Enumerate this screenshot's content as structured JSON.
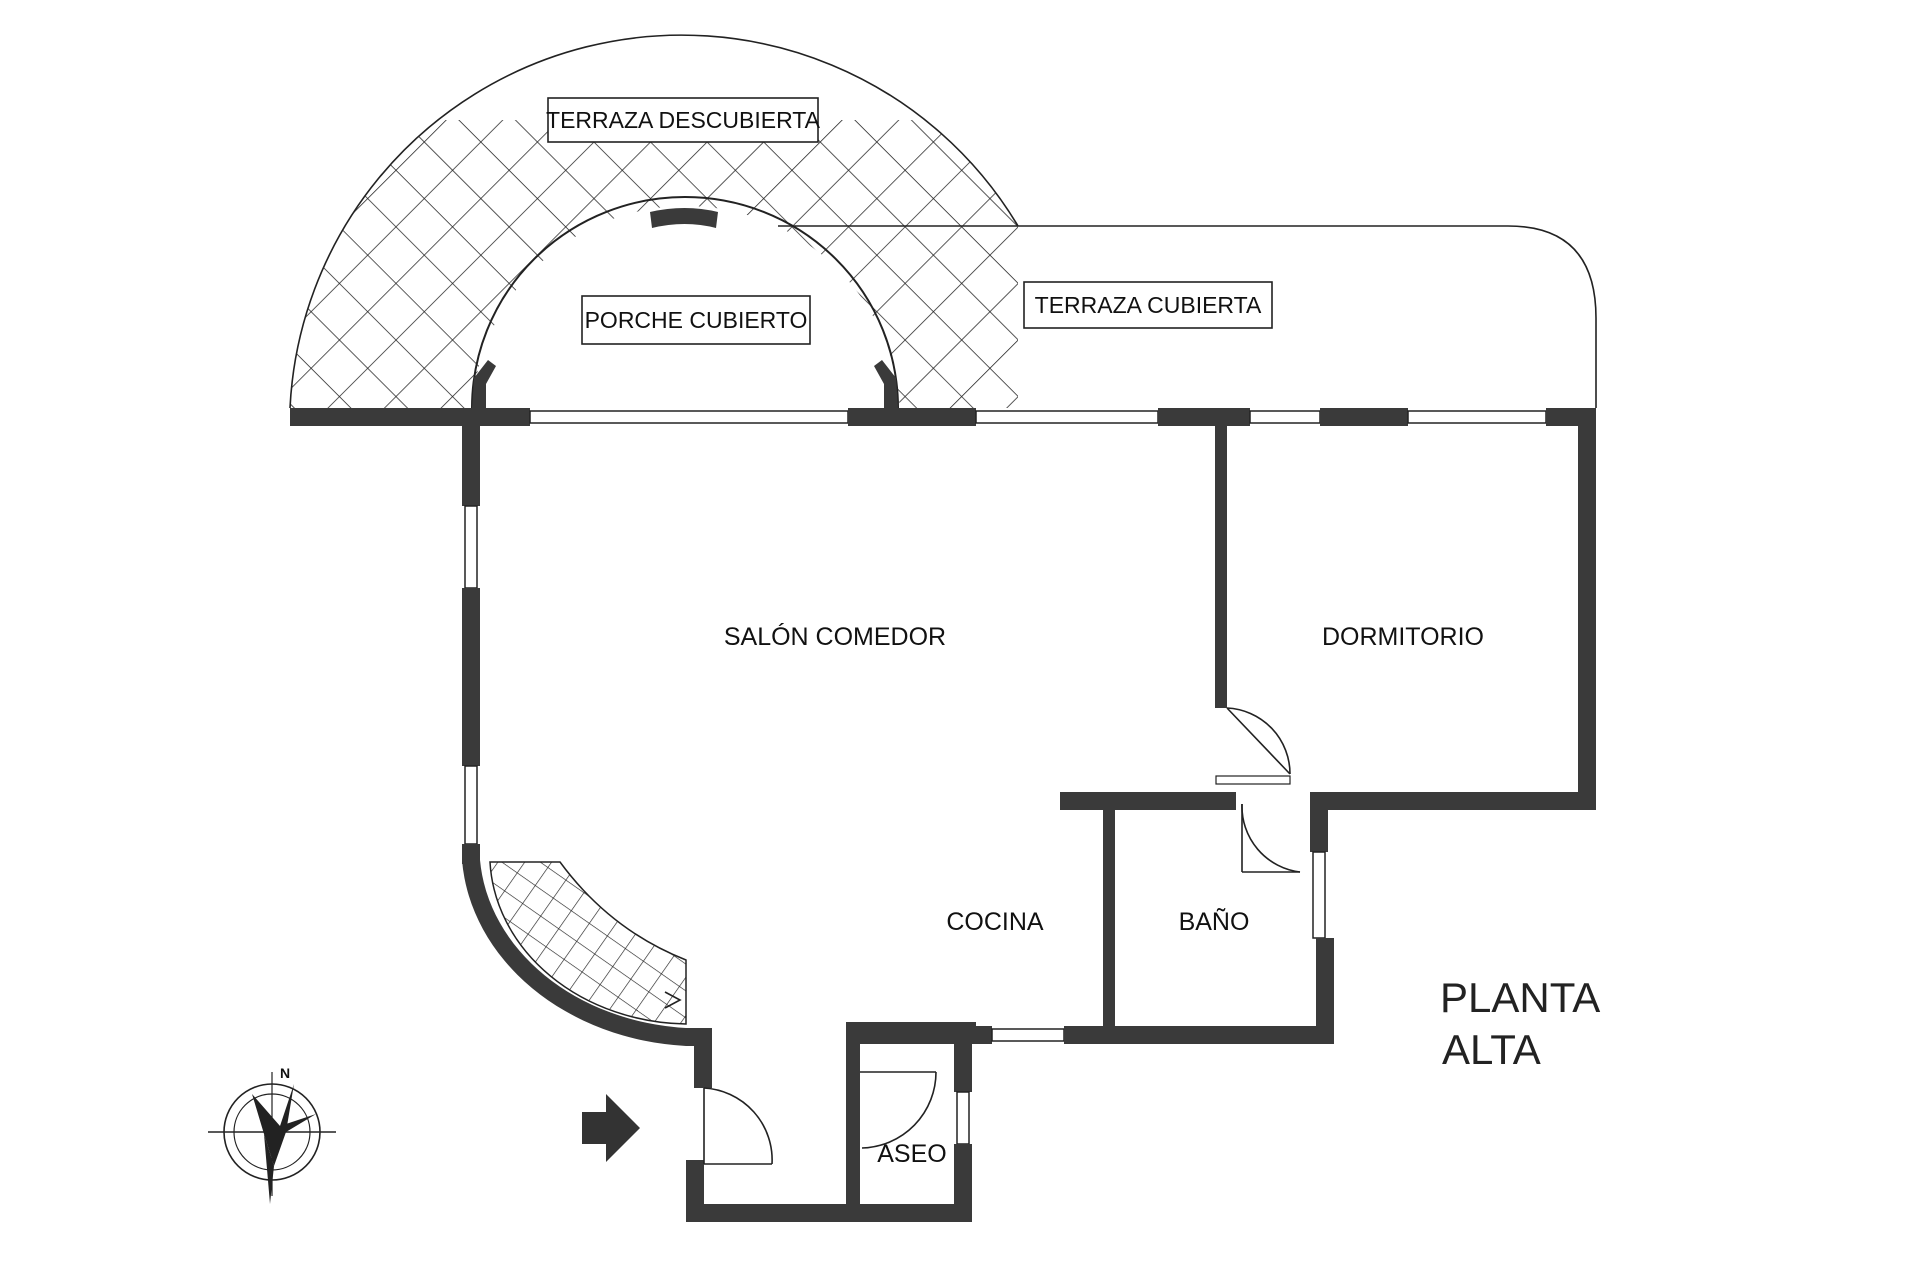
{
  "plan_title": {
    "line1": "PLANTA",
    "line2": "ALTA"
  },
  "rooms": {
    "terraza_descubierta": "TERRAZA DESCUBIERTA",
    "porche_cubierto": "PORCHE CUBIERTO",
    "terraza_cubierta": "TERRAZA CUBIERTA",
    "salon_comedor": "SALÓN COMEDOR",
    "dormitorio": "DORMITORIO",
    "cocina": "COCINA",
    "bano": "BAÑO",
    "aseo": "ASEO"
  },
  "compass": {
    "north_label": "N"
  },
  "icons": {
    "entrance": "entrance-arrow-icon",
    "compass": "compass-rose-icon"
  },
  "colors": {
    "wall": "#3a3a3a",
    "line": "#222222",
    "background": "#ffffff"
  }
}
